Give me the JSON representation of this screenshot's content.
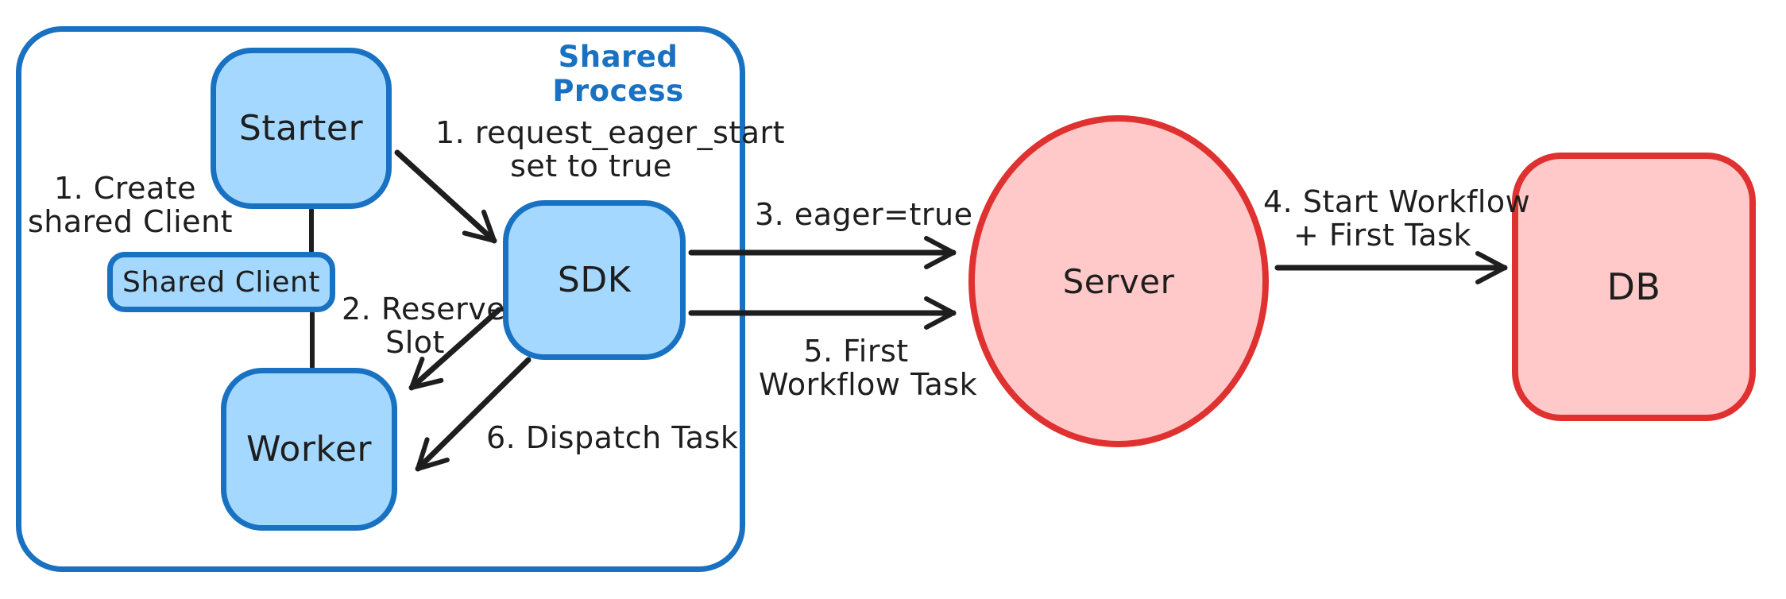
{
  "colors": {
    "blue_border": "#1971c2",
    "blue_fill": "#a5d8ff",
    "red_border": "#e03131",
    "red_fill": "#ffc9c9",
    "text_color": "#1e1e1e",
    "arrow_color": "#1e1e1e"
  },
  "container": {
    "label": "Shared Process"
  },
  "nodes": {
    "starter": {
      "label": "Starter"
    },
    "shared_client": {
      "label": "Shared Client"
    },
    "worker": {
      "label": "Worker"
    },
    "sdk": {
      "label": "SDK"
    },
    "server": {
      "label": "Server"
    },
    "db": {
      "label": "DB"
    }
  },
  "annotations": {
    "create_shared_client": {
      "line1": "1. Create",
      "line2": "shared Client"
    },
    "request_eager_start": {
      "line1": "1. request_eager_start",
      "line2": "set to true"
    },
    "reserve_slot": {
      "line1": "2. Reserve",
      "line2": "Slot"
    },
    "eager_true": {
      "line1": "3. eager=true"
    },
    "start_workflow_first_task": {
      "line1": "4. Start Workflow",
      "line2": "+ First Task"
    },
    "first_workflow_task": {
      "line1": "5. First",
      "line2": "Workflow Task"
    },
    "dispatch_task": {
      "line1": "6. Dispatch Task"
    }
  }
}
